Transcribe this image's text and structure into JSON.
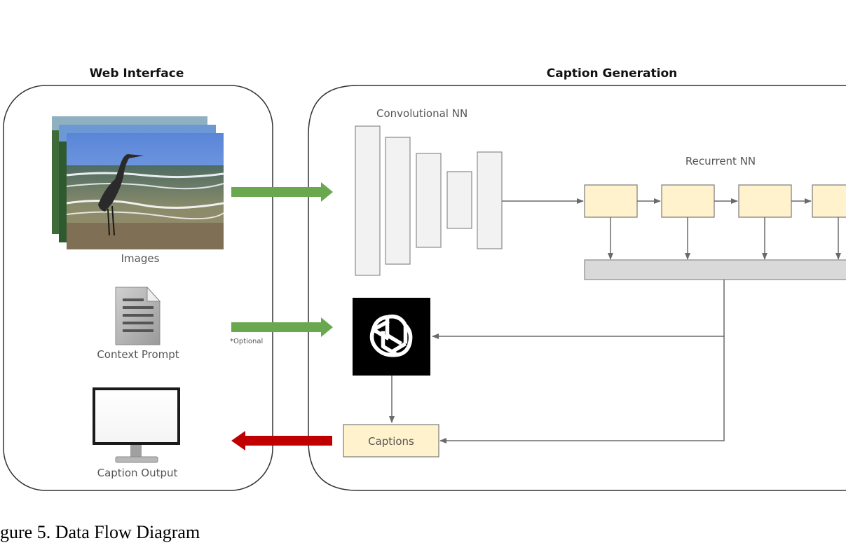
{
  "web_interface": {
    "title": "Web Interface",
    "images_label": "Images",
    "context_prompt_label": "Context Prompt",
    "caption_output_label": "Caption Output"
  },
  "caption_generation": {
    "title": "Caption Generation",
    "cnn_label": "Convolutional NN",
    "rnn_label": "Recurrent NN",
    "captions_label": "Captions"
  },
  "optional_note": "*Optional",
  "figure_caption": "gure 5. Data Flow Diagram",
  "colors": {
    "input_arrow": "#6aa84f",
    "output_arrow": "#c00000",
    "rnn_cell": "#fff2cc",
    "cnn_layer": "#f2f2f2",
    "pool_bar": "#d9d9d9",
    "llm_block": "#000000"
  },
  "icons": {
    "images": "heron-photo-stack",
    "context_prompt": "document-icon",
    "caption_output": "monitor-icon",
    "llm": "openai-logo-icon"
  }
}
